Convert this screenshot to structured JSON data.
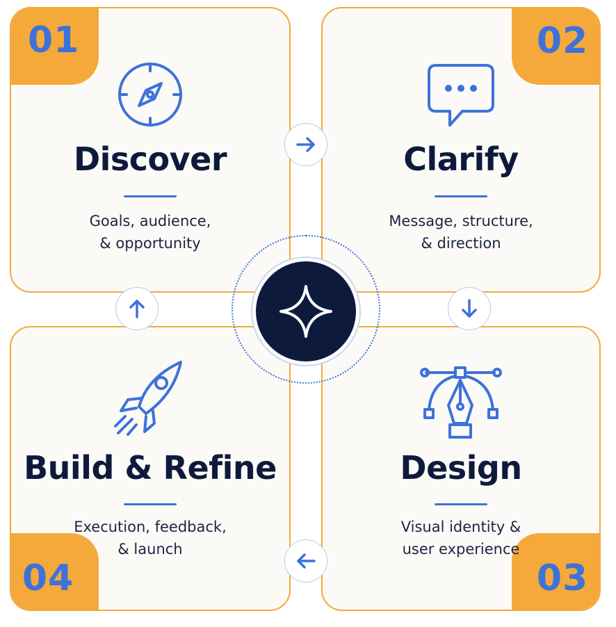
{
  "colors": {
    "accent_orange": "#f4a93a",
    "accent_blue": "#3d72d9",
    "navy": "#0e1a3c",
    "card_bg": "#fbfaf7"
  },
  "steps": [
    {
      "number": "01",
      "icon": "compass-icon",
      "title": "Discover",
      "desc_line1": "Goals, audience,",
      "desc_line2": "& opportunity"
    },
    {
      "number": "02",
      "icon": "chat-bubble-icon",
      "title": "Clarify",
      "desc_line1": "Message, structure,",
      "desc_line2": "& direction"
    },
    {
      "number": "03",
      "icon": "pen-tool-icon",
      "title": "Design",
      "desc_line1": "Visual identity &",
      "desc_line2": "user experience"
    },
    {
      "number": "04",
      "icon": "rocket-icon",
      "title": "Build & Refine",
      "desc_line1": "Execution, feedback,",
      "desc_line2": "& launch"
    }
  ],
  "connectors": [
    {
      "from": "01",
      "to": "02",
      "icon": "arrow-right-icon"
    },
    {
      "from": "02",
      "to": "03",
      "icon": "arrow-down-icon"
    },
    {
      "from": "03",
      "to": "04",
      "icon": "arrow-left-icon"
    },
    {
      "from": "04",
      "to": "01",
      "icon": "arrow-up-icon"
    }
  ],
  "center": {
    "icon": "sparkle-star-icon"
  }
}
